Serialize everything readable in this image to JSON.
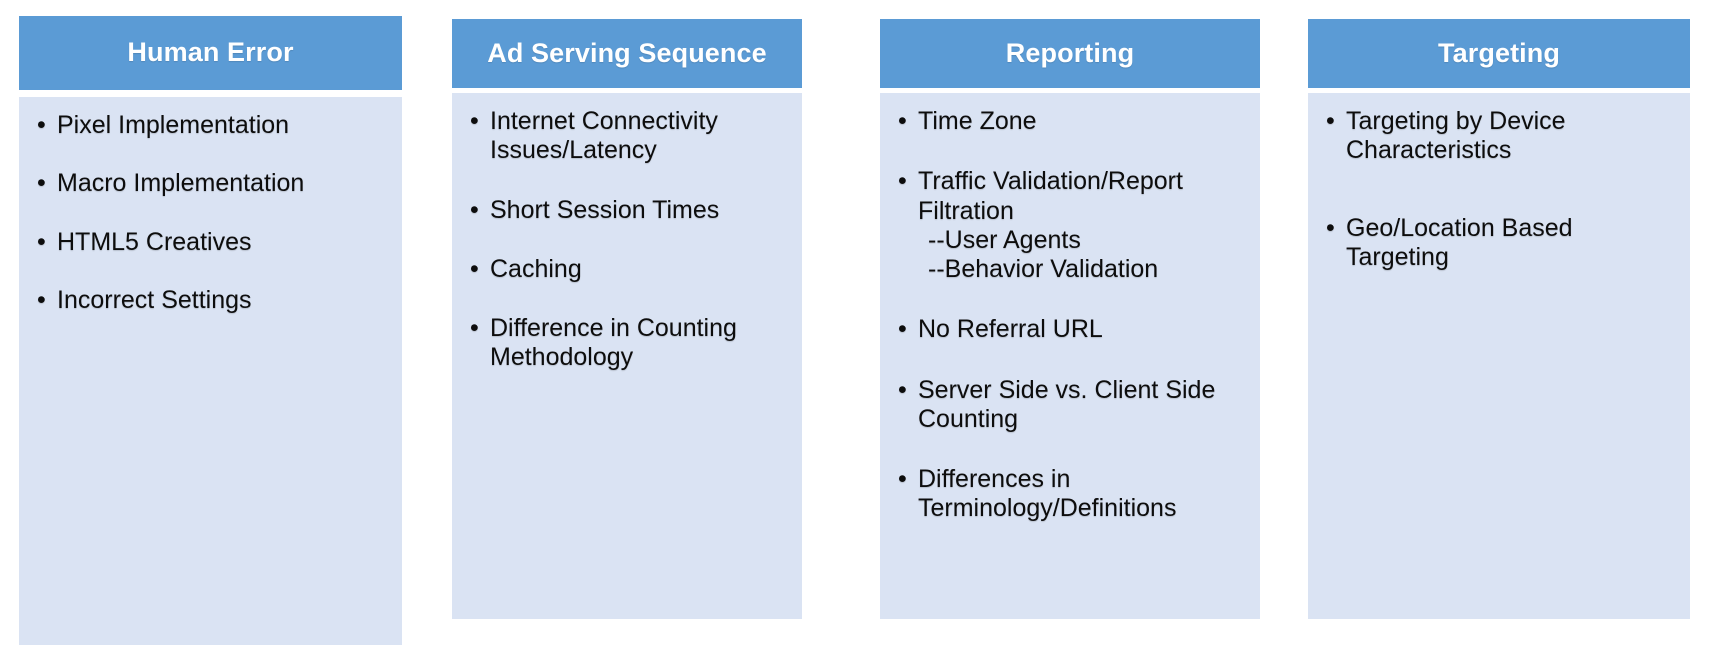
{
  "theme": {
    "header_bg": "#5b9bd5",
    "body_bg": "#dae3f3",
    "header_text": "#ffffff",
    "body_text": "#0d0d0d",
    "page_bg": "#ffffff"
  },
  "bullet_glyph": "•",
  "columns": [
    {
      "id": "human-error",
      "title": "Human Error",
      "items": [
        {
          "text": "Pixel  Implementation",
          "sub": []
        },
        {
          "text": "Macro Implementation",
          "sub": []
        },
        {
          "text": "HTML5 Creatives",
          "sub": []
        },
        {
          "text": "Incorrect Settings",
          "sub": []
        }
      ]
    },
    {
      "id": "ad-serving-sequence",
      "title": "Ad Serving Sequence",
      "items": [
        {
          "text": "Internet Connectivity Issues/Latency",
          "sub": []
        },
        {
          "text": "Short Session Times",
          "sub": []
        },
        {
          "text": "Caching",
          "sub": []
        },
        {
          "text": "Difference in Counting Methodology",
          "sub": []
        }
      ]
    },
    {
      "id": "reporting",
      "title": "Reporting",
      "items": [
        {
          "text": "Time Zone",
          "sub": []
        },
        {
          "text": "Traffic Validation/Report Filtration",
          "sub": [
            "--User Agents",
            "--Behavior Validation"
          ]
        },
        {
          "text": "No Referral URL",
          "sub": []
        },
        {
          "text": "Server Side vs. Client Side Counting",
          "sub": []
        },
        {
          "text": "Differences in Terminology/Definitions",
          "sub": []
        }
      ]
    },
    {
      "id": "targeting",
      "title": "Targeting",
      "items": [
        {
          "text": "Targeting by Device Characteristics",
          "sub": []
        },
        {
          "text": "Geo/Location Based Targeting",
          "sub": []
        }
      ]
    }
  ]
}
